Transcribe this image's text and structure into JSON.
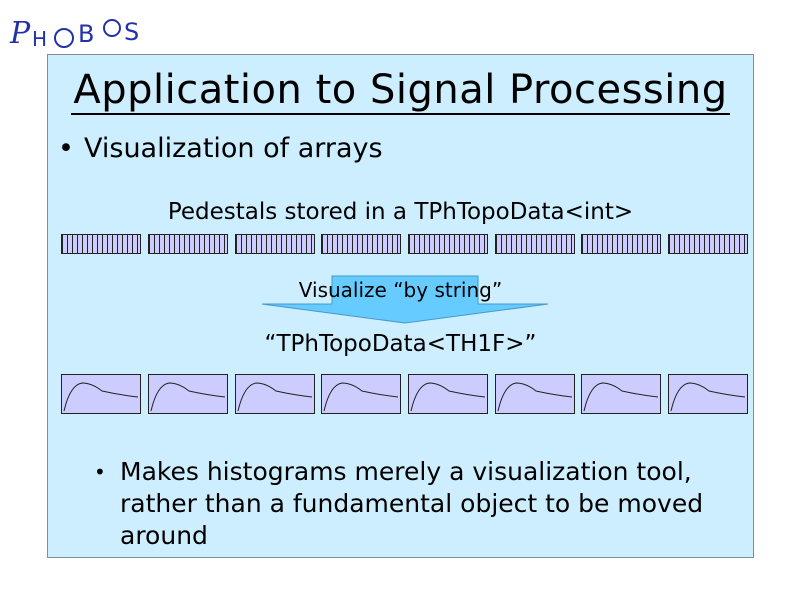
{
  "logo": {
    "text": "PHOBOS"
  },
  "slide": {
    "title": "Application to Signal Processing",
    "bullet_symbol": "•",
    "bullet1": "Visualization of arrays",
    "pedestals_label": "Pedestals stored in a TPhTopoData<int>",
    "visualize_label": "Visualize “by string”",
    "th1f_label": "“TPhTopoData<TH1F>”",
    "bullet2_symbol": "•",
    "bullet2": "Makes histograms merely a visualization tool, rather than a fundamental object to be moved around"
  },
  "colors": {
    "panel_background": "#cceeff",
    "strip_fill": "#ccccff",
    "arrow_fill": "#66ccff"
  }
}
